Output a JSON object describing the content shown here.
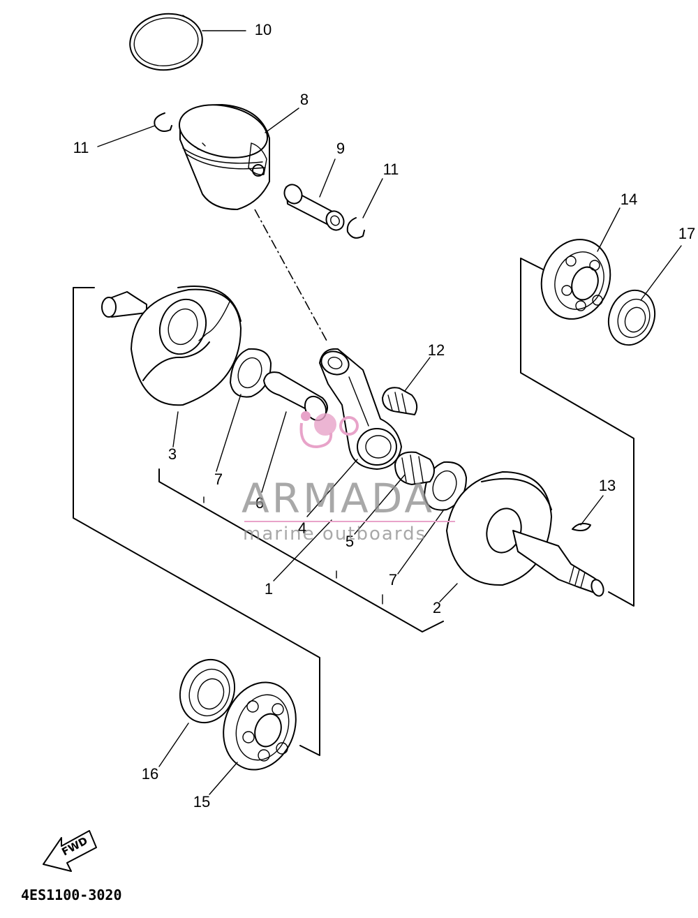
{
  "part_labels": {
    "p1": "1",
    "p2": "2",
    "p3": "3",
    "p4": "4",
    "p5": "5",
    "p6": "6",
    "p7a": "7",
    "p7b": "7",
    "p8": "8",
    "p9": "9",
    "p10": "10",
    "p11a": "11",
    "p11b": "11",
    "p12": "12",
    "p13": "13",
    "p14": "14",
    "p15": "15",
    "p16": "16",
    "p17": "17"
  },
  "diagram_code": "4ES1100-3020",
  "fwd_label": "FWD",
  "watermark": {
    "brand": "ARMADA",
    "tagline": "marine outboards",
    "accent_color": "#e8a3c9",
    "text_color": "#8c8c8c"
  }
}
